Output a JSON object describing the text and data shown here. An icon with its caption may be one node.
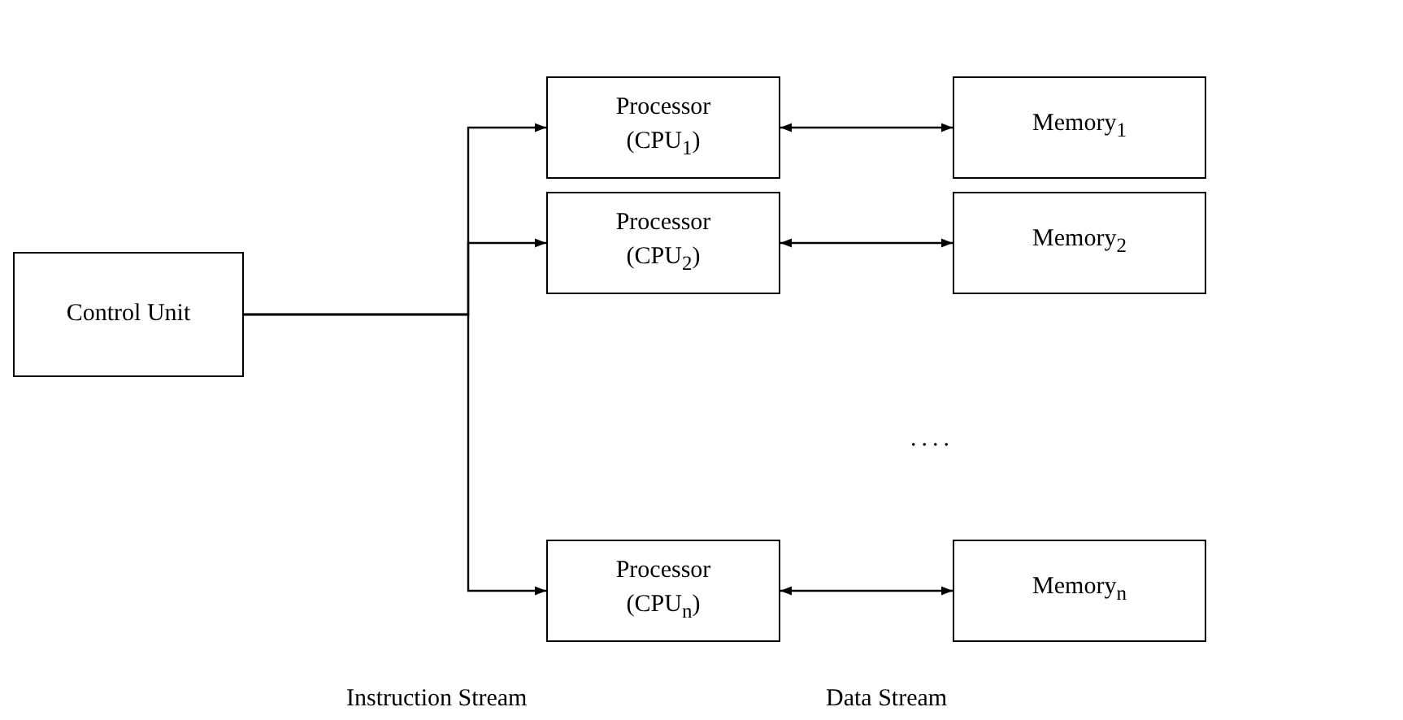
{
  "diagram": {
    "nodes": [
      {
        "text": [
          "Control Unit"
        ]
      },
      {
        "text": [
          "Processor (CPU$_{1}$)"
        ]
      },
      {
        "text": [
          "Memory$_{1}$"
        ]
      },
      {
        "text": [
          "Processor (CPU$_{2}$)"
        ]
      },
      {
        "text": [
          "Memory$_{2}$"
        ]
      },
      {
        "text": [
          "Processor (CPU$_{n}$)"
        ]
      },
      {
        "text": [
          "Memory$_{n}$"
        ]
      }
    ],
    "edges": [
      {
        "from": 0,
        "to": 1,
        "arrow": "to"
      },
      {
        "from": 0,
        "to": 3,
        "arrow": "to"
      },
      {
        "from": 0,
        "to": 5,
        "arrow": "to"
      },
      {
        "from": 1,
        "to": 2,
        "arrow": "both"
      },
      {
        "from": 3,
        "to": 4,
        "arrow": "both"
      },
      {
        "from": 5,
        "to": 6,
        "arrow": "both"
      }
    ],
    "labels": [
      "....",
      "Instruction Stream",
      "Data Stream"
    ]
  }
}
